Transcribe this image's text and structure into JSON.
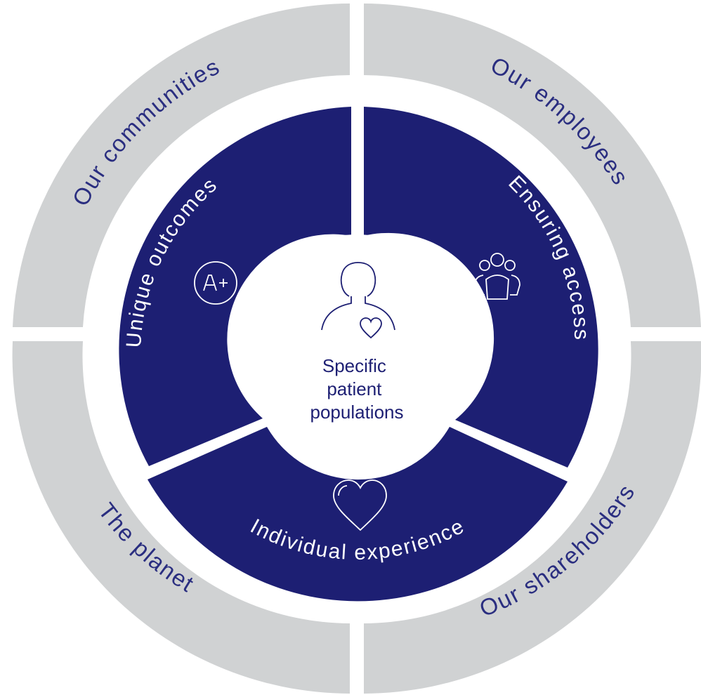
{
  "outer_ring": {
    "top_left": "Our communities",
    "top_right": "Our employees",
    "bottom_left": "The planet",
    "bottom_right": "Our shareholders"
  },
  "inner_ring": {
    "left": "Unique outcomes",
    "right": "Ensuring access",
    "bottom": "Individual experience"
  },
  "center": {
    "lines": [
      "Specific",
      "patient",
      "populations"
    ]
  },
  "icons": {
    "center": "person-heart-icon",
    "left": "a-plus-grade-icon",
    "right": "group-of-people-icon",
    "bottom": "heart-icon"
  },
  "colors": {
    "outer_ring": "#d0d2d3",
    "inner_ring": "#1d1f73",
    "center_circle": "#ffffff",
    "outer_text": "#2a2e80",
    "inner_text": "#ffffff"
  }
}
